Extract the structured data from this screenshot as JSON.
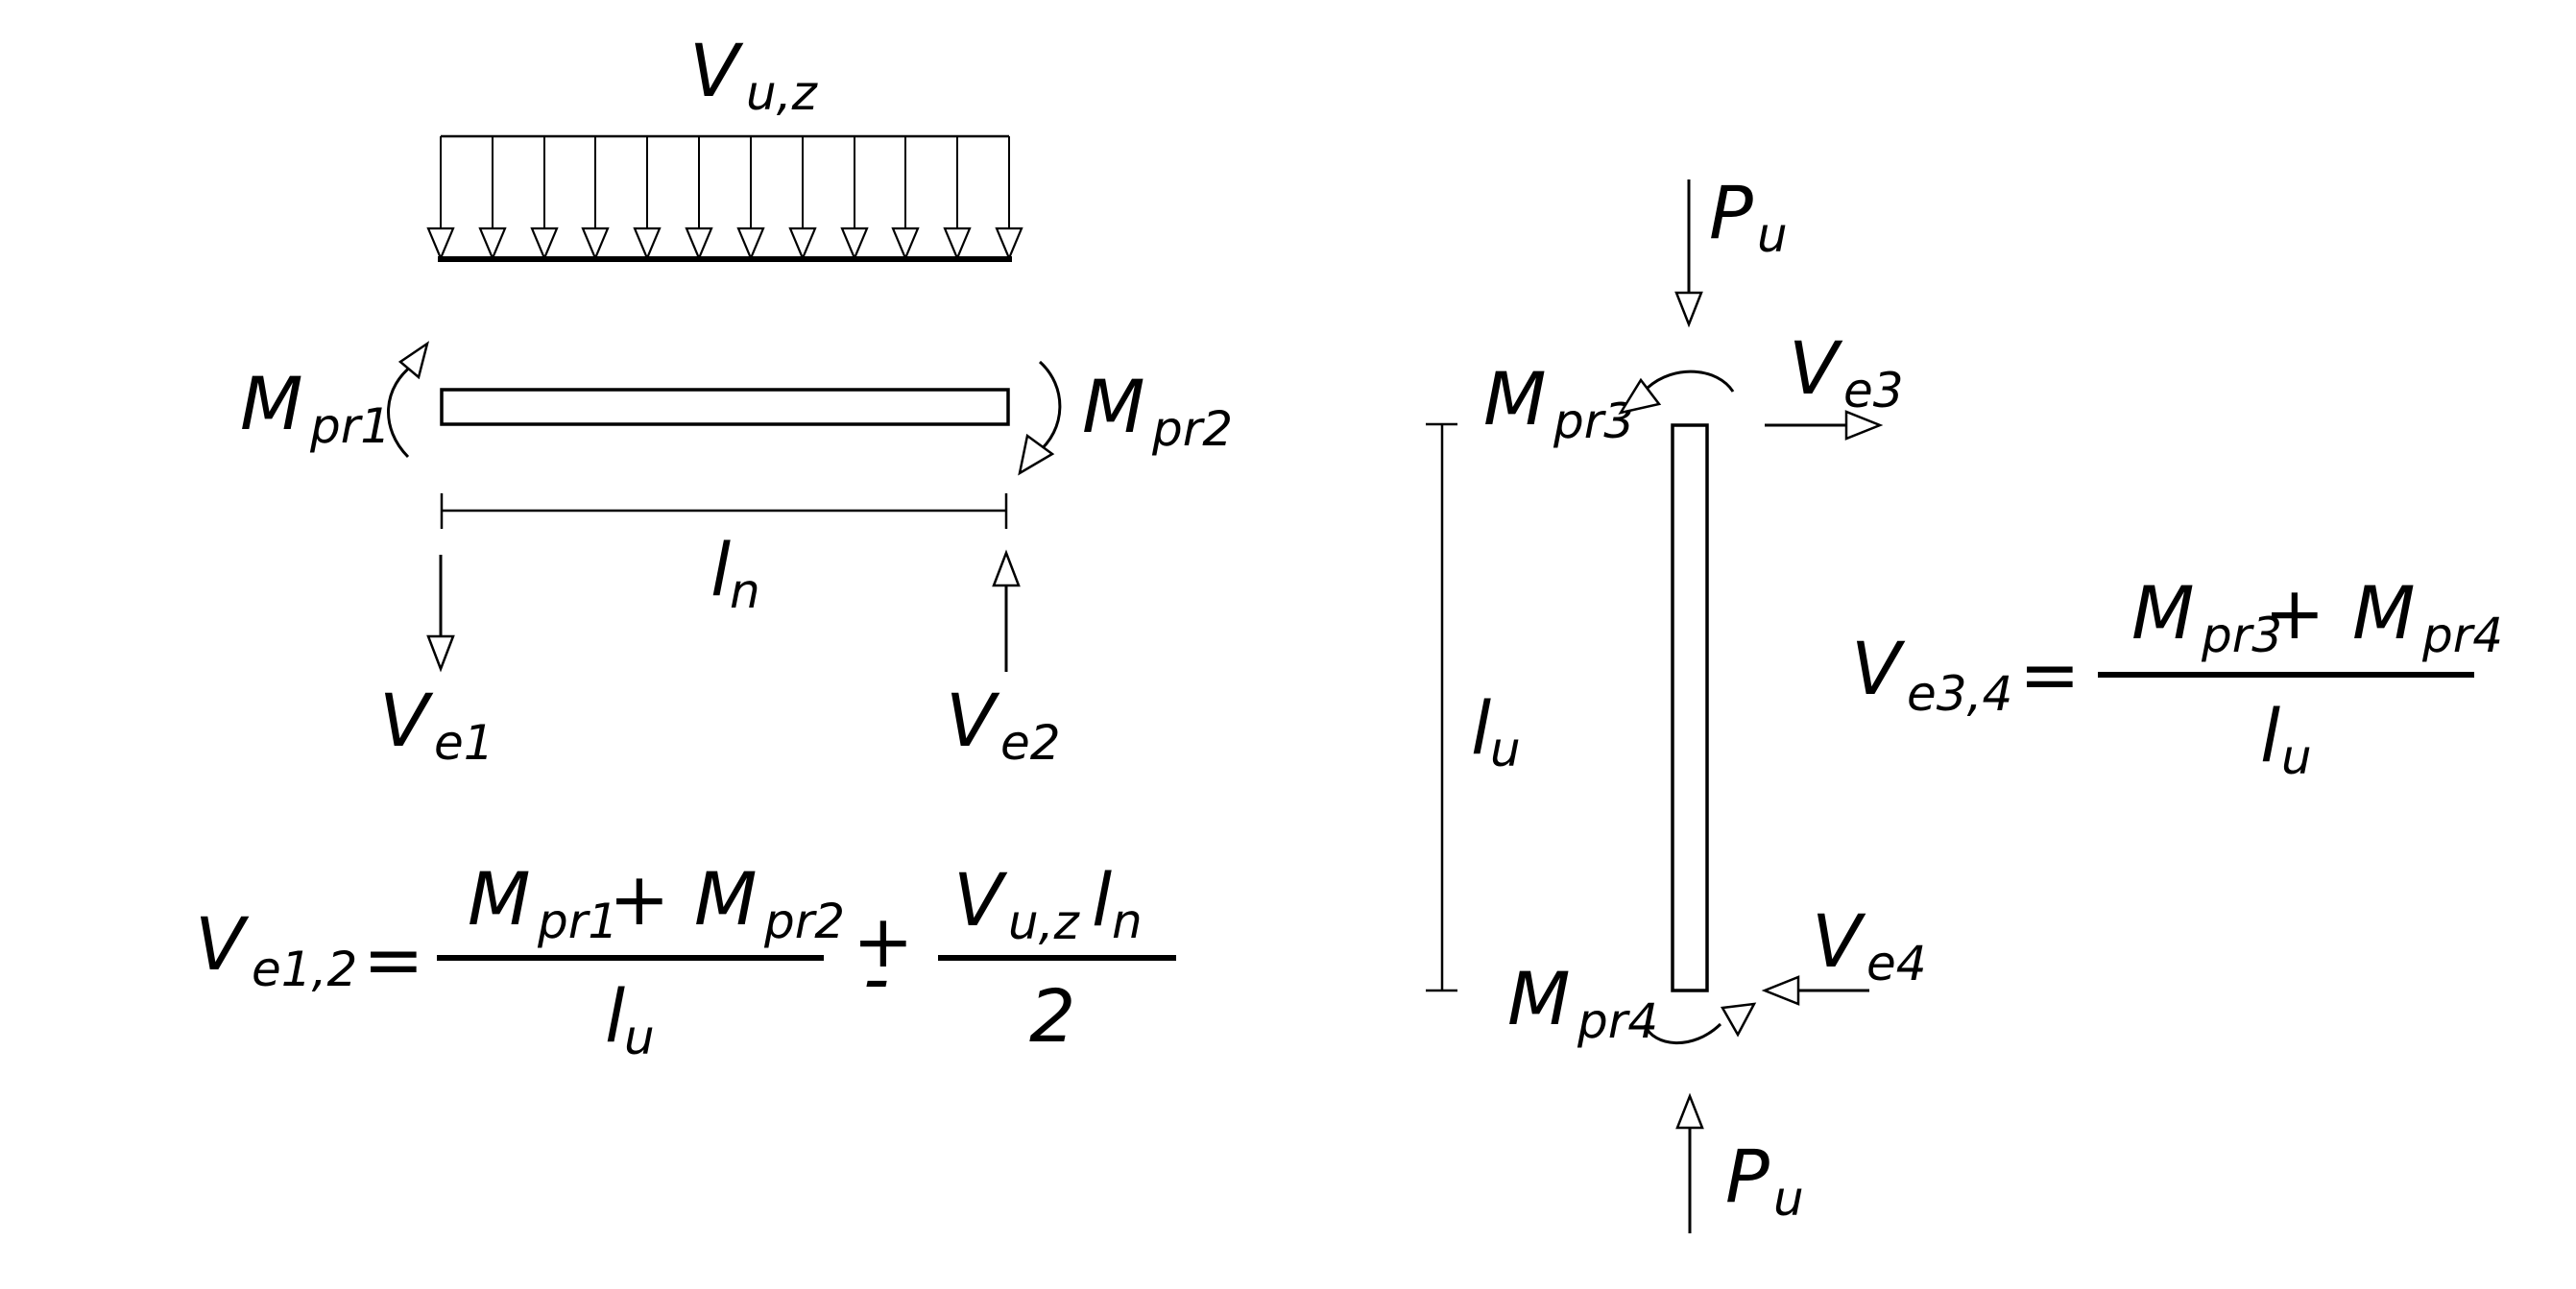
{
  "beam": {
    "load": {
      "base": "V",
      "sub": "u,z"
    },
    "moment_left": {
      "base": "M",
      "sub": "pr1"
    },
    "moment_right": {
      "base": "M",
      "sub": "pr2"
    },
    "span": {
      "base": "l",
      "sub": "n"
    },
    "shear_left": {
      "base": "V",
      "sub": "e1"
    },
    "shear_right": {
      "base": "V",
      "sub": "e2"
    }
  },
  "column": {
    "axial_top": {
      "base": "P",
      "sub": "u"
    },
    "axial_bottom": {
      "base": "P",
      "sub": "u"
    },
    "moment_top": {
      "base": "M",
      "sub": "pr3"
    },
    "moment_bottom": {
      "base": "M",
      "sub": "pr4"
    },
    "shear_top": {
      "base": "V",
      "sub": "e3"
    },
    "shear_bottom": {
      "base": "V",
      "sub": "e4"
    },
    "height": {
      "base": "l",
      "sub": "u"
    }
  },
  "beam_equation": {
    "lhs": {
      "base": "V",
      "sub": "e1,2"
    },
    "equals": "=",
    "num_m1": {
      "base": "M",
      "sub": "pr1"
    },
    "num_plus": "+",
    "num_m2": {
      "base": "M",
      "sub": "pr2"
    },
    "den": {
      "base": "l",
      "sub": "u"
    },
    "pm_plus": "+",
    "pm_minus": "-",
    "num2_v": {
      "base": "V",
      "sub": "u,z"
    },
    "num2_l": {
      "base": "l",
      "sub": "n"
    },
    "den2": "2"
  },
  "column_equation": {
    "lhs": {
      "base": "V",
      "sub": "e3,4"
    },
    "equals": "=",
    "num_m1": {
      "base": "M",
      "sub": "pr3"
    },
    "num_plus": "+",
    "num_m2": {
      "base": "M",
      "sub": "pr4"
    },
    "den": {
      "base": "l",
      "sub": "u"
    }
  },
  "colors": {
    "ink": "#000000",
    "background": "#ffffff"
  }
}
